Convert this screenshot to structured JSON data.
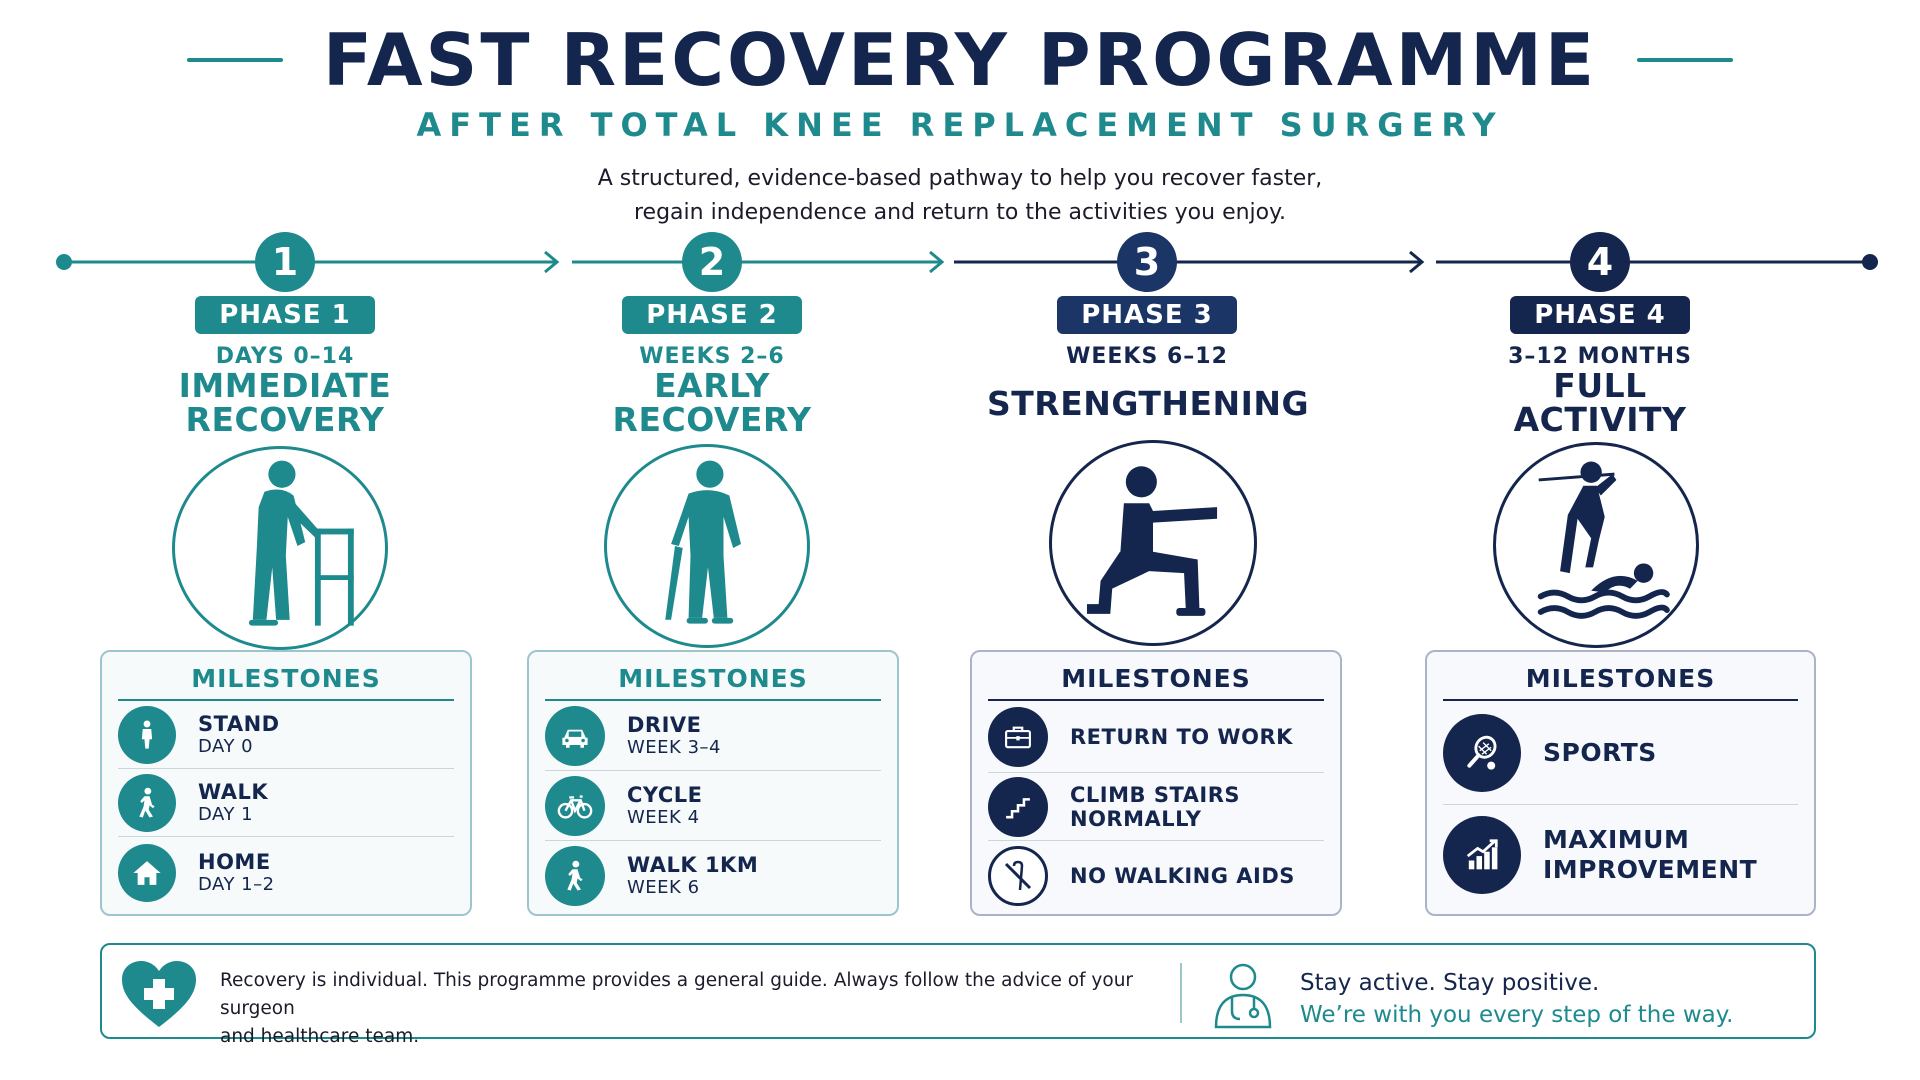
{
  "header": {
    "title": "FAST RECOVERY PROGRAMME",
    "subtitle": "AFTER TOTAL KNEE REPLACEMENT SURGERY",
    "intro_line1": "A structured, evidence-based pathway to help you recover faster,",
    "intro_line2": "regain independence and return to the activities you enjoy."
  },
  "colors": {
    "teal": "#1e8a8e",
    "navy": "#14264d",
    "navy_mid": "#1c3567"
  },
  "phases": [
    {
      "number": "1",
      "label": "PHASE 1",
      "period": "DAYS 0–14",
      "name_line1": "IMMEDIATE",
      "name_line2": "RECOVERY",
      "icon": "person-with-walker-icon",
      "milestones_title": "MILESTONES",
      "milestones": [
        {
          "label": "STAND",
          "sub": "DAY 0",
          "icon": "standing-person-icon"
        },
        {
          "label": "WALK",
          "sub": "DAY 1",
          "icon": "walking-person-icon"
        },
        {
          "label": "HOME",
          "sub": "DAY 1–2",
          "icon": "home-icon"
        }
      ]
    },
    {
      "number": "2",
      "label": "PHASE 2",
      "period": "WEEKS 2–6",
      "name_line1": "EARLY",
      "name_line2": "RECOVERY",
      "icon": "person-with-cane-icon",
      "milestones_title": "MILESTONES",
      "milestones": [
        {
          "label": "DRIVE",
          "sub": "WEEK 3–4",
          "icon": "car-icon"
        },
        {
          "label": "CYCLE",
          "sub": "WEEK 4",
          "icon": "bicycle-icon"
        },
        {
          "label": "WALK 1KM",
          "sub": "WEEK 6",
          "icon": "walking-person-icon"
        }
      ]
    },
    {
      "number": "3",
      "label": "PHASE 3",
      "period": "WEEKS 6–12",
      "name_line1": "STRENGTHENING",
      "name_line2": "",
      "icon": "lunge-exercise-icon",
      "milestones_title": "MILESTONES",
      "milestones": [
        {
          "label": "RETURN TO WORK",
          "sub": "",
          "icon": "briefcase-icon"
        },
        {
          "label": "CLIMB STAIRS",
          "label2": "NORMALLY",
          "sub": "",
          "icon": "stairs-icon"
        },
        {
          "label": "NO WALKING AIDS",
          "sub": "",
          "icon": "no-cane-icon"
        }
      ]
    },
    {
      "number": "4",
      "label": "PHASE 4",
      "period": "3–12 MONTHS",
      "name_line1": "FULL",
      "name_line2": "ACTIVITY",
      "icon": "golf-and-swim-icon",
      "milestones_title": "MILESTONES",
      "milestones": [
        {
          "label": "SPORTS",
          "sub": "",
          "icon": "tennis-racket-icon"
        },
        {
          "label": "MAXIMUM",
          "label2": "IMPROVEMENT",
          "sub": "",
          "icon": "growth-chart-icon"
        }
      ]
    }
  ],
  "footer": {
    "note_line1": "Recovery is individual. This programme provides a general guide. Always follow the advice of your surgeon",
    "note_line2": "and healthcare team.",
    "message_line1": "Stay active. Stay positive.",
    "message_line2": "We’re with you every step of the way."
  }
}
